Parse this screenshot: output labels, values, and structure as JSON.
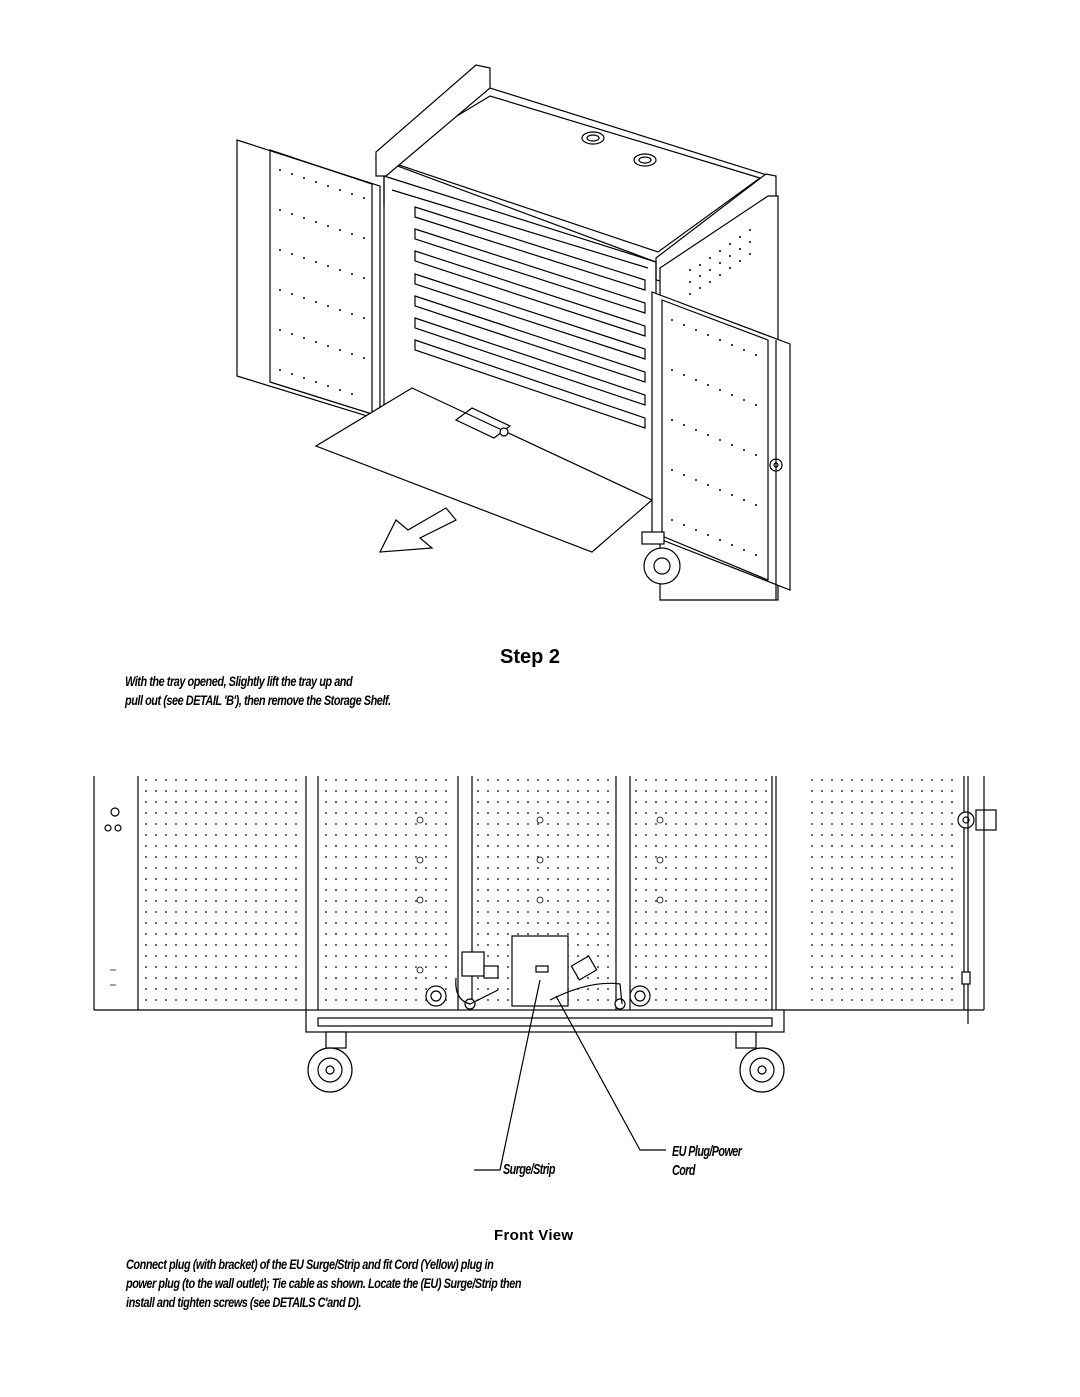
{
  "step": {
    "heading": "Step 2"
  },
  "instructions": {
    "step2": [
      "With the tray opened, Slightly lift the tray up and",
      "pull out (see DETAIL 'B'), then remove the Storage Shelf."
    ],
    "front_view": [
      "Connect plug (with bracket) of the EU Surge/Strip and fit Cord (Yellow) plug in",
      "power plug (to the wall outlet); Tie cable as shown. Locate the (EU) Surge/Strip then",
      "install and tighten screws (see DETAILS C'and D)."
    ]
  },
  "callouts": {
    "left": "Surge/Strip",
    "right_line1": "EU Plug/Power",
    "right_line2": "Cord"
  },
  "captions": {
    "front_view": "Front View"
  }
}
